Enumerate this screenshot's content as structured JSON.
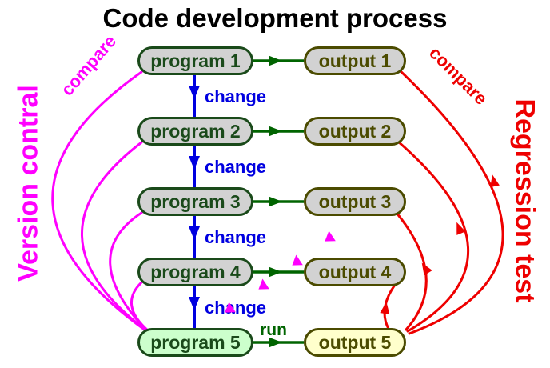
{
  "title": "Code development process",
  "sidebars": {
    "left_label": "Version contral",
    "right_label": "Regression test"
  },
  "labels": {
    "change": "change",
    "run": "run",
    "compare": "compare"
  },
  "nodes": {
    "programs": [
      {
        "label": "program 1"
      },
      {
        "label": "program 2"
      },
      {
        "label": "program 3"
      },
      {
        "label": "program 4"
      },
      {
        "label": "program 5"
      }
    ],
    "outputs": [
      {
        "label": "output 1"
      },
      {
        "label": "output 2"
      },
      {
        "label": "output 3"
      },
      {
        "label": "output 4"
      },
      {
        "label": "output 5"
      }
    ]
  },
  "colors": {
    "version_control_magenta": "#ff00ff",
    "regression_test_red": "#ee0000",
    "change_arrow_blue": "#0000e0",
    "run_arrow_green": "#006400",
    "program_border": "#1a4a1a",
    "output_border": "#4b4b00",
    "node_fill_gray": "#d2d2d2",
    "program5_fill": "#ccffcc",
    "output5_fill": "#ffffcc",
    "title_color": "#000000",
    "background": "#ffffff"
  }
}
